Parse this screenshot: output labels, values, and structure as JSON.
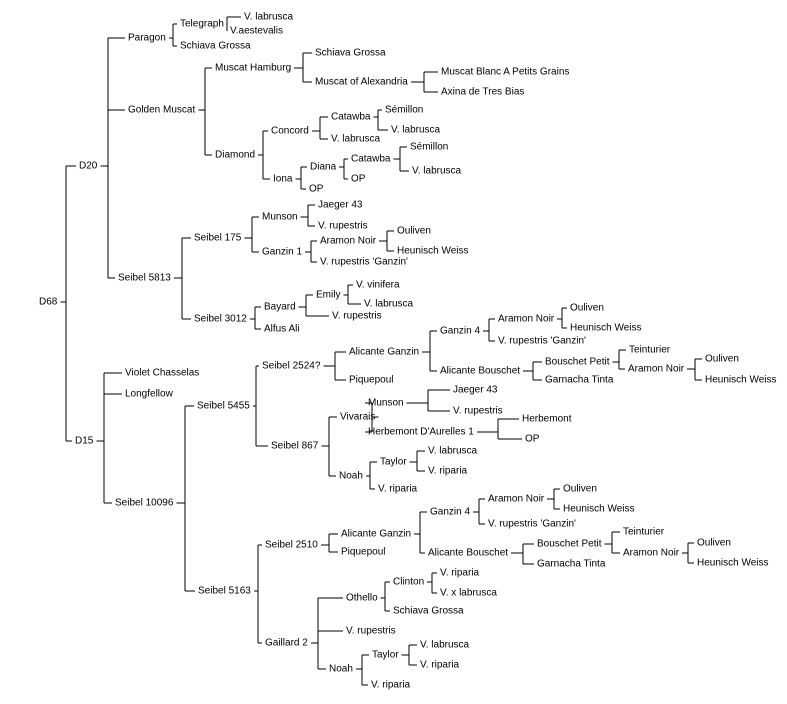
{
  "root": {
    "label": "D68",
    "children": [
      {
        "label": "D20",
        "children": [
          {
            "label": "Paragon",
            "children": [
              {
                "label": "Telegraph",
                "children": [
                  {
                    "label": "V. labrusca"
                  },
                  {
                    "label": "V.aestevalis"
                  }
                ]
              },
              {
                "label": "Schiava Grossa"
              }
            ]
          },
          {
            "label": "Golden Muscat",
            "children": [
              {
                "label": "Muscat Hamburg",
                "children": [
                  {
                    "label": "Schiava Grossa"
                  },
                  {
                    "label": "Muscat of Alexandria",
                    "children": [
                      {
                        "label": "Muscat Blanc A Petits Grains"
                      },
                      {
                        "label": "Axina de Tres Bias"
                      }
                    ]
                  }
                ]
              },
              {
                "label": "Diamond",
                "children": [
                  {
                    "label": "Concord",
                    "children": [
                      {
                        "label": "Catawba",
                        "children": [
                          {
                            "label": "Sémillon"
                          },
                          {
                            "label": "V. labrusca"
                          }
                        ]
                      },
                      {
                        "label": "V. labrusca"
                      }
                    ]
                  },
                  {
                    "label": "Iona",
                    "children": [
                      {
                        "label": "Diana",
                        "children": [
                          {
                            "label": "Catawba",
                            "children": [
                              {
                                "label": "Sémillon"
                              },
                              {
                                "label": "V. labrusca"
                              }
                            ]
                          },
                          {
                            "label": "OP"
                          }
                        ]
                      },
                      {
                        "label": "OP"
                      }
                    ]
                  }
                ]
              }
            ]
          },
          {
            "label": "Seibel 5813",
            "children": [
              {
                "label": "Seibel 175",
                "children": [
                  {
                    "label": "Munson",
                    "children": [
                      {
                        "label": "Jaeger 43"
                      },
                      {
                        "label": "V. rupestris"
                      }
                    ]
                  },
                  {
                    "label": "Ganzin 1",
                    "children": [
                      {
                        "label": "Aramon Noir",
                        "children": [
                          {
                            "label": "Ouliven"
                          },
                          {
                            "label": "Heunisch Weiss"
                          }
                        ]
                      },
                      {
                        "label": "V. rupestris 'Ganzin'"
                      }
                    ]
                  }
                ]
              },
              {
                "label": "Seibel 3012",
                "children": [
                  {
                    "label": "Bayard",
                    "children": [
                      {
                        "label": "Emily",
                        "children": [
                          {
                            "label": "V. vinifera"
                          },
                          {
                            "label": "V. labrusca"
                          }
                        ]
                      },
                      {
                        "label": "V. rupestris"
                      }
                    ]
                  },
                  {
                    "label": "Alfus Ali"
                  }
                ]
              }
            ]
          }
        ]
      },
      {
        "label": "D15",
        "children": [
          {
            "label": "Violet Chasselas"
          },
          {
            "label": "Longfellow"
          },
          {
            "label": "Seibel 10096",
            "children": [
              {
                "label": "Seibel 5455",
                "children": [
                  {
                    "label": "Seibel 2524?",
                    "children": [
                      {
                        "label": "Alicante Ganzin",
                        "children": [
                          {
                            "label": "Ganzin 4",
                            "children": [
                              {
                                "label": "Aramon Noir",
                                "children": [
                                  {
                                    "label": "Ouliven"
                                  },
                                  {
                                    "label": "Heunisch Weiss"
                                  }
                                ]
                              },
                              {
                                "label": "V. rupestris 'Ganzin'"
                              }
                            ]
                          },
                          {
                            "label": "Alicante Bouschet",
                            "children": [
                              {
                                "label": "Bouschet Petit",
                                "children": [
                                  {
                                    "label": "Teinturier"
                                  },
                                  {
                                    "label": "Aramon Noir",
                                    "children": [
                                      {
                                        "label": "Ouliven"
                                      },
                                      {
                                        "label": "Heunisch Weiss"
                                      }
                                    ]
                                  }
                                ]
                              },
                              {
                                "label": "Garnacha Tinta"
                              }
                            ]
                          }
                        ]
                      },
                      {
                        "label": "Piquepoul"
                      }
                    ]
                  },
                  {
                    "label": "Seibel 867",
                    "children": [
                      {
                        "label": "Vivarais",
                        "children": [
                          {
                            "label": "Munson",
                            "children": [
                              {
                                "label": "Jaeger 43"
                              },
                              {
                                "label": "V. rupestris"
                              }
                            ]
                          },
                          {
                            "label": "Herbemont D'Aurelles 1",
                            "children": [
                              {
                                "label": "Herbemont"
                              },
                              {
                                "label": "OP"
                              }
                            ]
                          }
                        ]
                      },
                      {
                        "label": "Noah",
                        "children": [
                          {
                            "label": "Taylor",
                            "children": [
                              {
                                "label": "V. labrusca"
                              },
                              {
                                "label": "V. riparia"
                              }
                            ]
                          },
                          {
                            "label": "V. riparia"
                          }
                        ]
                      }
                    ]
                  }
                ]
              },
              {
                "label": "Seibel 5163",
                "children": [
                  {
                    "label": "Seibel 2510",
                    "children": [
                      {
                        "label": "Alicante Ganzin",
                        "children": [
                          {
                            "label": "Ganzin 4",
                            "children": [
                              {
                                "label": "Aramon Noir",
                                "children": [
                                  {
                                    "label": "Ouliven"
                                  },
                                  {
                                    "label": "Heunisch Weiss"
                                  }
                                ]
                              },
                              {
                                "label": "V. rupestris 'Ganzin'"
                              }
                            ]
                          },
                          {
                            "label": "Alicante Bouschet",
                            "children": [
                              {
                                "label": "Bouschet Petit",
                                "children": [
                                  {
                                    "label": "Teinturier"
                                  },
                                  {
                                    "label": "Aramon Noir",
                                    "children": [
                                      {
                                        "label": "Ouliven"
                                      },
                                      {
                                        "label": "Heunisch Weiss"
                                      }
                                    ]
                                  }
                                ]
                              },
                              {
                                "label": "Garnacha Tinta"
                              }
                            ]
                          }
                        ]
                      },
                      {
                        "label": "Piquepoul"
                      }
                    ]
                  },
                  {
                    "label": "Gaillard 2",
                    "children": [
                      {
                        "label": "Othello",
                        "children": [
                          {
                            "label": "Clinton",
                            "children": [
                              {
                                "label": "V. riparia"
                              },
                              {
                                "label": "V. x labrusca"
                              }
                            ]
                          },
                          {
                            "label": "Schiava Grossa"
                          }
                        ]
                      },
                      {
                        "label": "V. rupestris"
                      },
                      {
                        "label": "Noah",
                        "children": [
                          {
                            "label": "Taylor",
                            "children": [
                              {
                                "label": "V. labrusca"
                              },
                              {
                                "label": "V. riparia"
                              }
                            ]
                          },
                          {
                            "label": "V. riparia"
                          }
                        ]
                      }
                    ]
                  }
                ]
              }
            ]
          }
        ]
      }
    ]
  }
}
